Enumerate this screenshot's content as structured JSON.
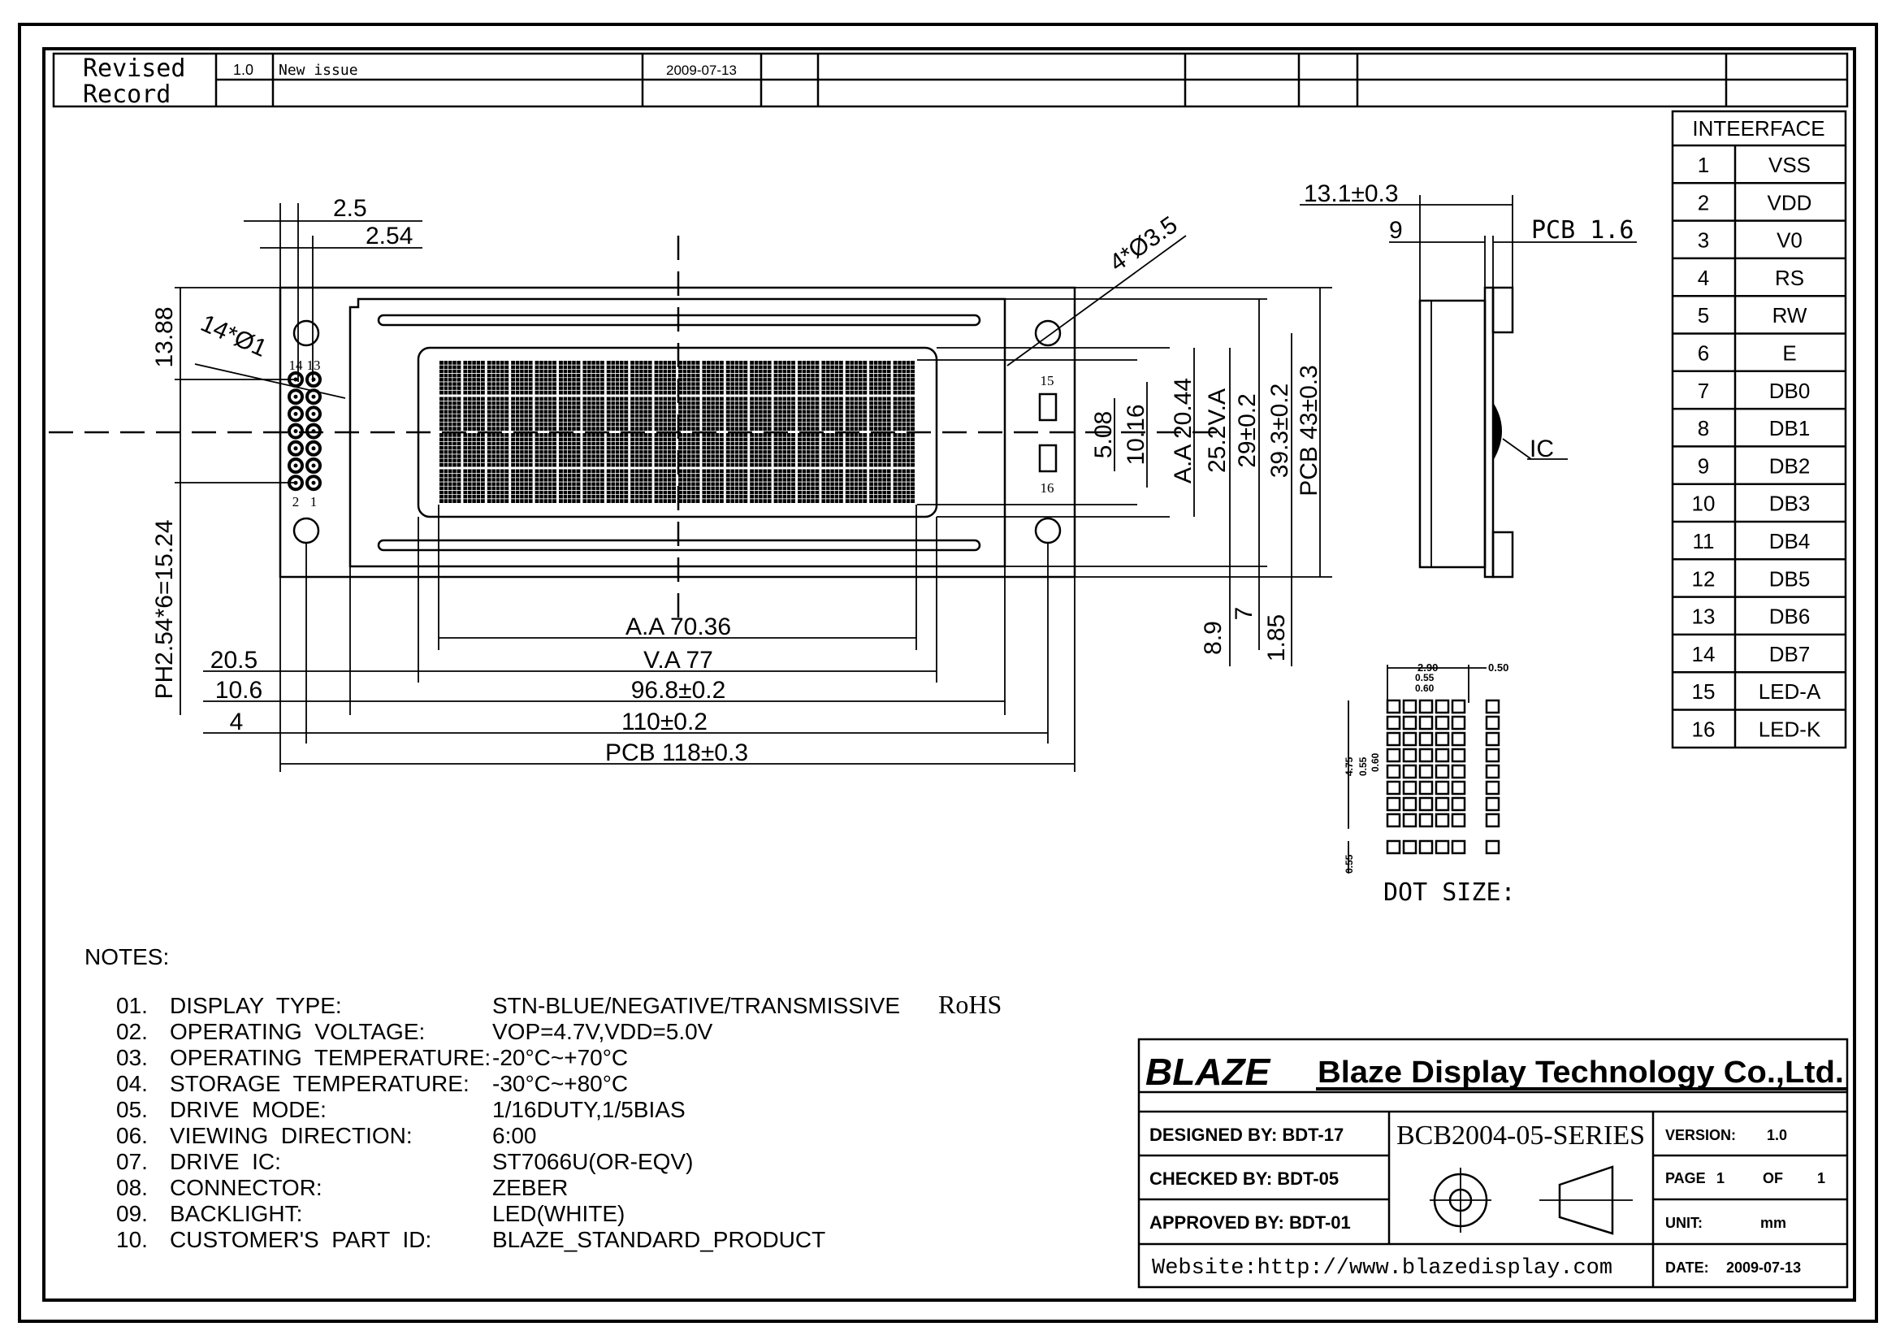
{
  "revision": {
    "label_line1": "Revised",
    "label_line2": "Record",
    "version": "1.0",
    "description": "New issue",
    "date": "2009-07-13"
  },
  "interface": {
    "title": "INTEERFACE",
    "pins": [
      {
        "no": "1",
        "name": "VSS"
      },
      {
        "no": "2",
        "name": "VDD"
      },
      {
        "no": "3",
        "name": "V0"
      },
      {
        "no": "4",
        "name": "RS"
      },
      {
        "no": "5",
        "name": "RW"
      },
      {
        "no": "6",
        "name": "E"
      },
      {
        "no": "7",
        "name": "DB0"
      },
      {
        "no": "8",
        "name": "DB1"
      },
      {
        "no": "9",
        "name": "DB2"
      },
      {
        "no": "10",
        "name": "DB3"
      },
      {
        "no": "11",
        "name": "DB4"
      },
      {
        "no": "12",
        "name": "DB5"
      },
      {
        "no": "13",
        "name": "DB6"
      },
      {
        "no": "14",
        "name": "DB7"
      },
      {
        "no": "15",
        "name": "LED-A"
      },
      {
        "no": "16",
        "name": "LED-K"
      }
    ]
  },
  "dimensions": {
    "pin_offset": "2.5",
    "pin_pitch": "2.54",
    "pin_top": "13.88",
    "pin_holes": "14*Ø1",
    "pin_span": "PH2.54*6=15.24",
    "mount_holes": "4*Ø3.5",
    "pin_labels": [
      "14",
      "13",
      "2",
      "1"
    ],
    "led_pin_a": "15",
    "led_pin_k": "16",
    "h_508": "5.08",
    "h_1016": "10.16",
    "aa_height": "A.A 20.44",
    "va_height": "25.2V.A",
    "bezel_height": "29±0.2",
    "hole_height": "39.3±0.2",
    "pcb_height": "PCB 43±0.3",
    "v_89": "8.9",
    "v_7": "7",
    "v_185": "1.85",
    "aa_width": "A.A 70.36",
    "va_width": "V.A 77",
    "bezel_width": "96.8±0.2",
    "hole_width": "110±0.2",
    "pcb_width": "PCB 118±0.3",
    "l_205": "20.5",
    "l_106": "10.6",
    "l_4": "4",
    "thickness": "13.1±0.3",
    "t_9": "9",
    "pcb_thick": "PCB 1.6",
    "ic": "IC"
  },
  "dot_size": {
    "title": "DOT SIZE:",
    "char_width": "2.90",
    "dot_pitch": "0.55",
    "dot_width": "0.60",
    "char_gap": "0.50",
    "char_height": "4.75",
    "dot_pitch_v": "0.55",
    "dot_height": "0.60",
    "cursor_gap": "0.55"
  },
  "notes": {
    "title": "NOTES:",
    "items": [
      {
        "no": "01.",
        "label": "DISPLAY  TYPE:",
        "value": "STN-BLUE/NEGATIVE/TRANSMISSIVE"
      },
      {
        "no": "02.",
        "label": "OPERATING  VOLTAGE:",
        "value": "VOP=4.7V,VDD=5.0V"
      },
      {
        "no": "03.",
        "label": "OPERATING  TEMPERATURE:",
        "value": "-20°C~+70°C"
      },
      {
        "no": "04.",
        "label": "STORAGE  TEMPERATURE:",
        "value": "-30°C~+80°C"
      },
      {
        "no": "05.",
        "label": "DRIVE  MODE:",
        "value": "1/16DUTY,1/5BIAS"
      },
      {
        "no": "06.",
        "label": "VIEWING  DIRECTION:",
        "value": "6:00"
      },
      {
        "no": "07.",
        "label": "DRIVE  IC:",
        "value": "ST7066U(OR-EQV)"
      },
      {
        "no": "08.",
        "label": "CONNECTOR:",
        "value": "ZEBER"
      },
      {
        "no": "09.",
        "label": "BACKLIGHT:",
        "value": "LED(WHITE)"
      },
      {
        "no": "10.",
        "label": "CUSTOMER'S  PART  ID:",
        "value": "BLAZE_STANDARD_PRODUCT"
      }
    ],
    "rohs": "RoHS"
  },
  "title_block": {
    "logo": "BLAZE",
    "company": "Blaze Display Technology Co.,Ltd.",
    "designed": "DESIGNED  BY:  BDT-17",
    "checked": "CHECKED  BY:  BDT-05",
    "approved": "APPROVED  BY: BDT-01",
    "part_no": "BCB2004-05-SERIES",
    "version_label": "VERSION:",
    "version": "1.0",
    "page_label": "PAGE",
    "page": "1",
    "of_label": "OF",
    "pages": "1",
    "unit_label": "UNIT:",
    "unit": "mm",
    "date_label": "DATE:",
    "date": "2009-07-13",
    "website": "Website:http://www.blazedisplay.com"
  }
}
